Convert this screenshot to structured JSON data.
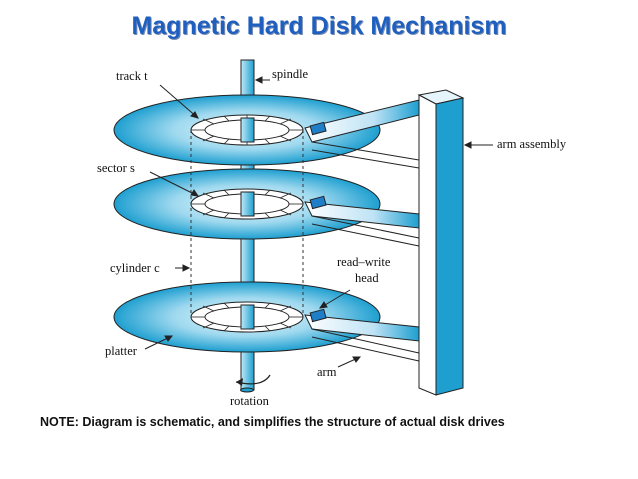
{
  "title": "Magnetic Hard Disk Mechanism",
  "labels": {
    "track": "track t",
    "spindle": "spindle",
    "arm_assembly": "arm assembly",
    "sector": "sector s",
    "cylinder": "cylinder c",
    "read_write": "read–write",
    "head": "head",
    "platter": "platter",
    "arm": "arm",
    "rotation": "rotation"
  },
  "note": "NOTE: Diagram is schematic, and simplifies the structure of actual disk drives",
  "colors": {
    "title": "#1f5fbf",
    "platter": "#1e9fd0",
    "platter_light": "#bfe8f6",
    "hub": "#ffffff",
    "head": "#1e7ec8"
  }
}
